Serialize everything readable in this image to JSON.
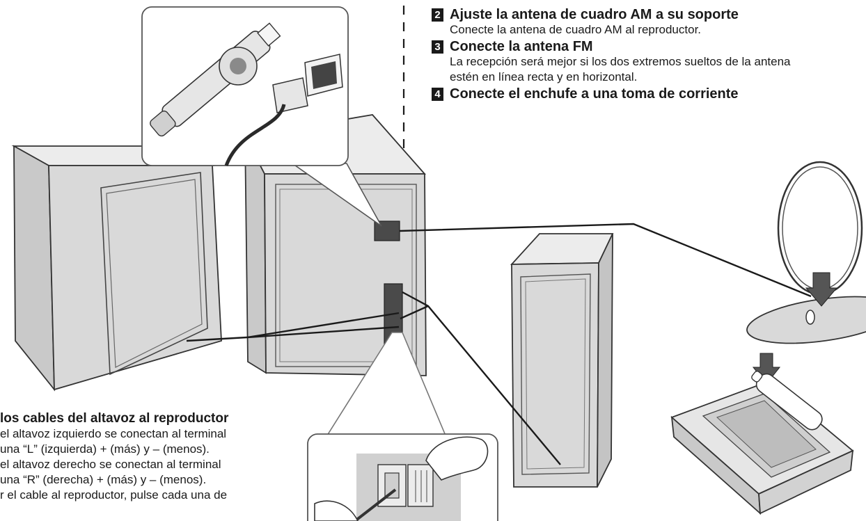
{
  "steps": [
    {
      "number": "2",
      "title": "Ajuste la antena de cuadro AM a su soporte",
      "body": "Conecte la antena de cuadro AM al reproductor."
    },
    {
      "number": "3",
      "title": "Conecte la antena FM",
      "body": "La recepción será mejor si los dos extremos sueltos de la antena estén en línea recta y en horizontal."
    },
    {
      "number": "4",
      "title": "Conecte el enchufe a una toma de corriente",
      "body": ""
    }
  ],
  "speaker_note": {
    "title": "los cables del altavoz al reproductor",
    "lines": [
      "el altavoz izquierdo se conectan al terminal",
      "una “L” (izquierda) + (más) y – (menos).",
      "el altavoz derecho se conectan al terminal",
      "una “R” (derecha) + (más) y – (menos).",
      "r el cable al reproductor, pulse cada una de"
    ]
  },
  "colors": {
    "panel": "#d9d9d9",
    "panel_dark": "#c4c4c4",
    "outline": "#333333",
    "terminal": "#4a4a4a",
    "light": "#f0f0f0"
  }
}
